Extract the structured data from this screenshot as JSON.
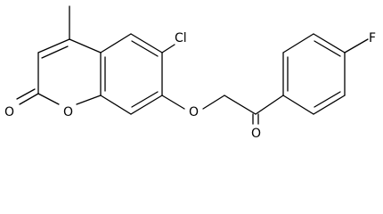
{
  "molecule": {
    "atoms": {
      "chlorine": "Cl",
      "fluorine": "F",
      "ketone_oxygen": "O",
      "ether_oxygen": "O",
      "ring_oxygen": "O",
      "lactone_carbonyl_oxygen": "O"
    }
  }
}
